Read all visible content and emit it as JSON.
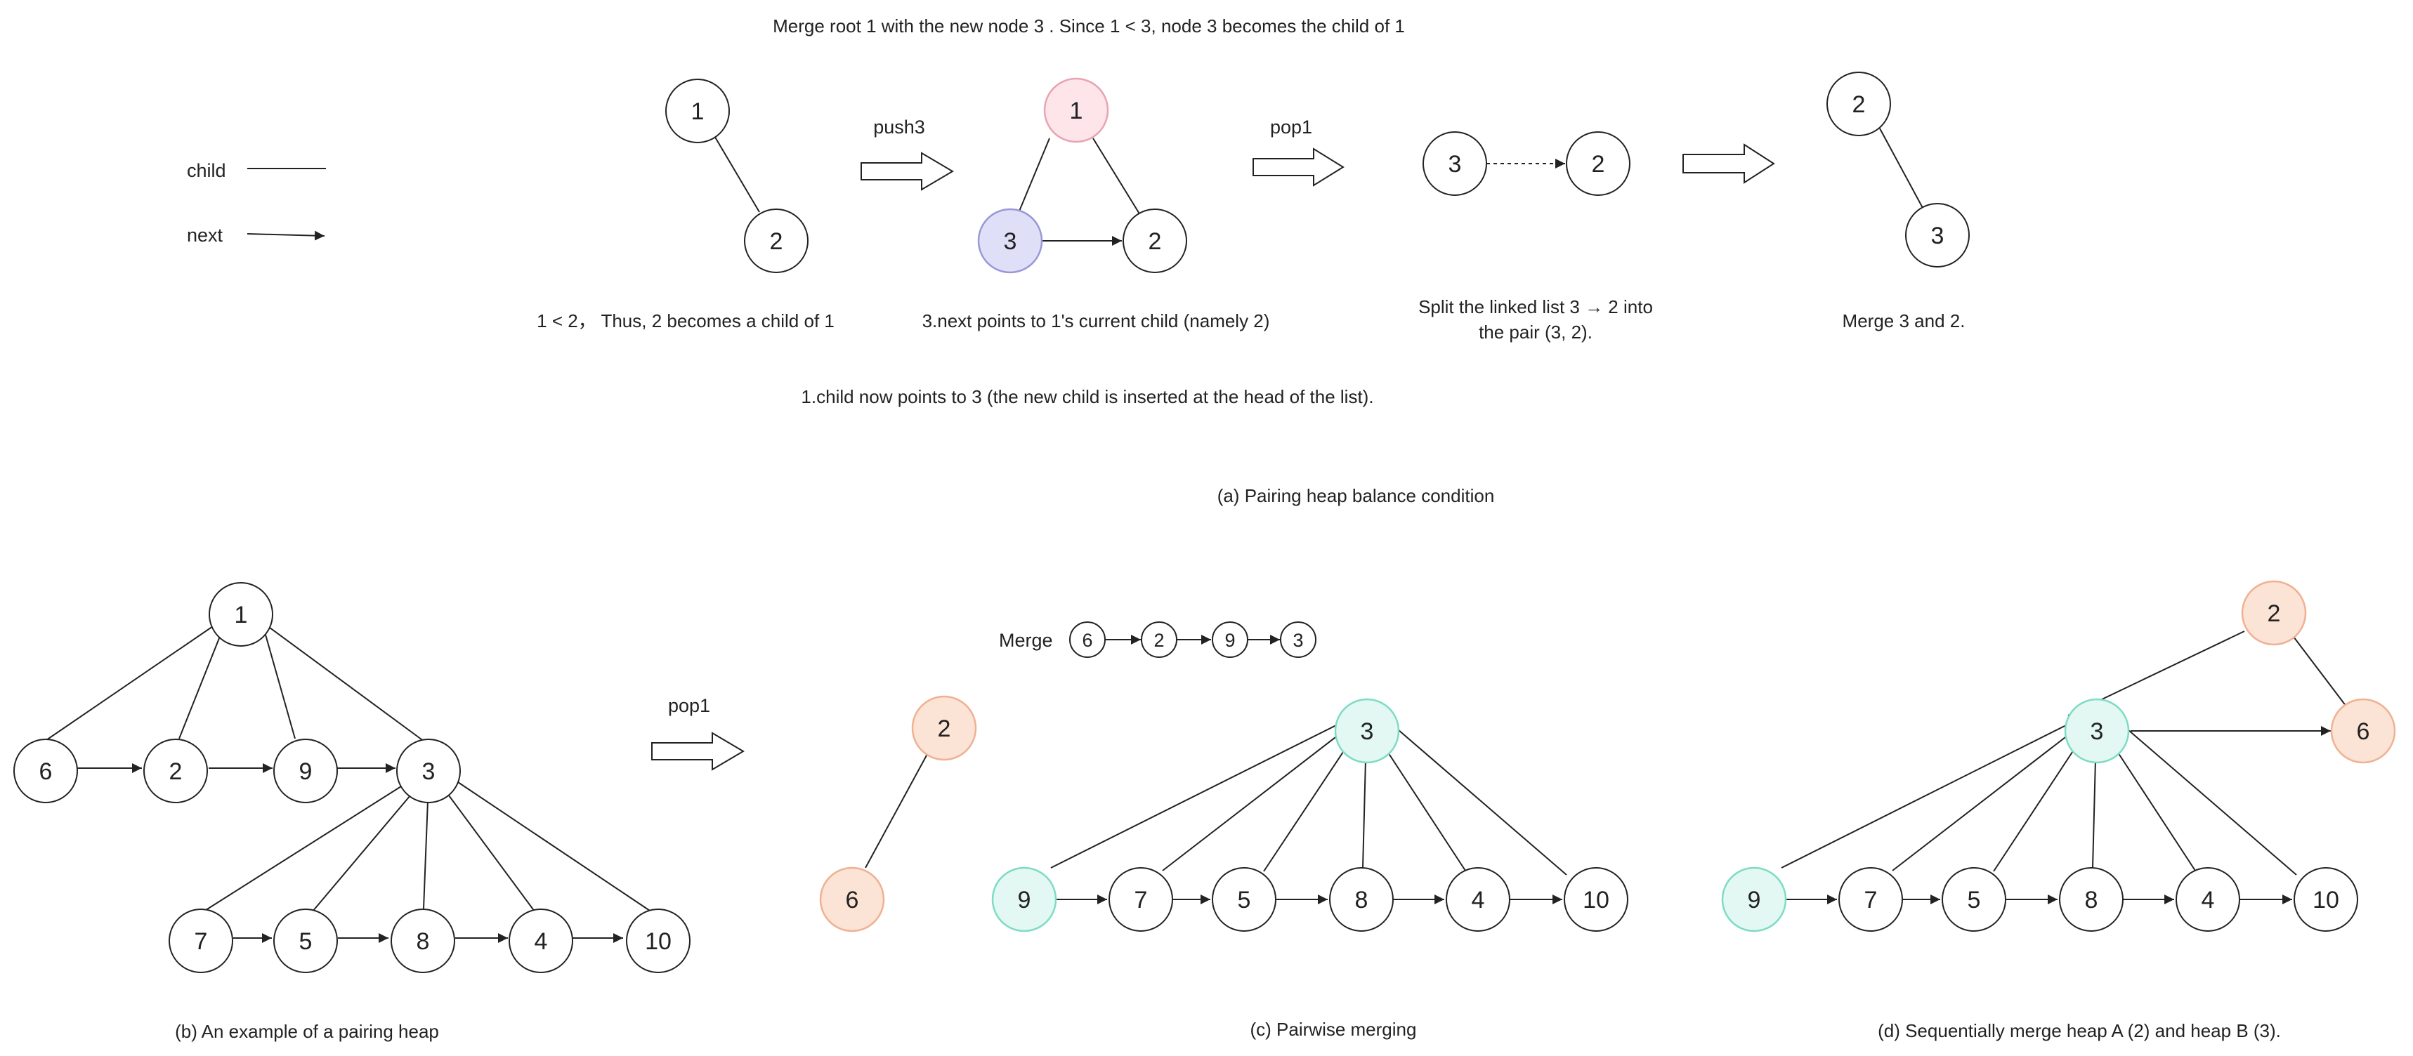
{
  "colors": {
    "stroke": "#222222",
    "pink": "#fde5ea",
    "pink_stroke": "#e9a3b2",
    "blue": "#dfe0f8",
    "blue_stroke": "#9898d8",
    "peach": "#fbe3d6",
    "peach_stroke": "#efb192",
    "teal": "#e3f8f2",
    "teal_stroke": "#7ddcc4"
  },
  "legend": {
    "child": "child",
    "next": "next"
  },
  "panel_a": {
    "top_caption": "Merge root 1 with the new node 3 . Since 1 < 3, node 3 becomes the child of 1",
    "push_label": "push3",
    "pop_label": "pop1",
    "step1_caption": "1 < 2， Thus, 2 becomes a child of 1",
    "step2_caption": "3.next points to 1's current child (namely 2)",
    "step3_caption_line1": "Split the linked list 3 → 2 into",
    "step3_caption_line2": "the pair (3, 2).",
    "step4_caption": "Merge 3 and 2.",
    "bottom_caption": "1.child now points to 3 (the new child is inserted at the head of the list).",
    "title": "(a) Pairing heap balance condition"
  },
  "panel_b": {
    "title": "(b) An example of a pairing heap",
    "pop_label": "pop1"
  },
  "panel_c": {
    "title": "(c) Pairwise merging",
    "merge_label": "Merge",
    "merge_sequence": [
      "6",
      "2",
      "9",
      "3"
    ]
  },
  "panel_d": {
    "title": "(d) Sequentially merge heap A (2) and heap B (3)."
  },
  "nodes": {
    "a1": {
      "label": "1",
      "fill": "white"
    },
    "a2": {
      "label": "2",
      "fill": "white"
    },
    "a3": {
      "label": "1",
      "fill": "pink"
    },
    "a4": {
      "label": "3",
      "fill": "blue"
    },
    "a5": {
      "label": "2",
      "fill": "white"
    },
    "a6": {
      "label": "3",
      "fill": "white"
    },
    "a7": {
      "label": "2",
      "fill": "white"
    },
    "a8": {
      "label": "2",
      "fill": "white"
    },
    "a9": {
      "label": "3",
      "fill": "white"
    },
    "b1": {
      "label": "1",
      "fill": "white"
    },
    "b6": {
      "label": "6",
      "fill": "white"
    },
    "b2": {
      "label": "2",
      "fill": "white"
    },
    "b9": {
      "label": "9",
      "fill": "white"
    },
    "b3": {
      "label": "3",
      "fill": "white"
    },
    "b7": {
      "label": "7",
      "fill": "white"
    },
    "b5": {
      "label": "5",
      "fill": "white"
    },
    "b8": {
      "label": "8",
      "fill": "white"
    },
    "b4": {
      "label": "4",
      "fill": "white"
    },
    "b10": {
      "label": "10",
      "fill": "white"
    },
    "c2": {
      "label": "2",
      "fill": "peach"
    },
    "c6": {
      "label": "6",
      "fill": "peach"
    },
    "c3": {
      "label": "3",
      "fill": "teal"
    },
    "c9": {
      "label": "9",
      "fill": "teal"
    },
    "c7": {
      "label": "7",
      "fill": "white"
    },
    "c5": {
      "label": "5",
      "fill": "white"
    },
    "c8": {
      "label": "8",
      "fill": "white"
    },
    "c4": {
      "label": "4",
      "fill": "white"
    },
    "c10": {
      "label": "10",
      "fill": "white"
    },
    "d2": {
      "label": "2",
      "fill": "peach"
    },
    "d6": {
      "label": "6",
      "fill": "peach"
    },
    "d3": {
      "label": "3",
      "fill": "teal"
    },
    "d9": {
      "label": "9",
      "fill": "teal"
    },
    "d7": {
      "label": "7",
      "fill": "white"
    },
    "d5": {
      "label": "5",
      "fill": "white"
    },
    "d8": {
      "label": "8",
      "fill": "white"
    },
    "d4": {
      "label": "4",
      "fill": "white"
    },
    "d10": {
      "label": "10",
      "fill": "white"
    }
  }
}
